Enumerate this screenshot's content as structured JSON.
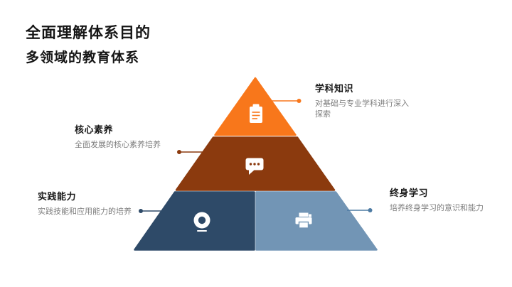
{
  "slide": {
    "title": "全面理解体系目的",
    "subtitle": "多领域的教育体系"
  },
  "colors": {
    "background": "#FFFFFF",
    "level1_orange": "#F8771B",
    "level2_brown": "#8B3A0E",
    "level3_navy": "#2E4A68",
    "level4_steel": "#7295B5",
    "connector_bottom_right": "#4D7BA3",
    "heading_text": "#151515",
    "desc_text": "#7D7D7D",
    "icon_white": "#FFFFFF"
  },
  "pyramid": {
    "levels": [
      {
        "position": "top",
        "icon": "clipboard-icon",
        "color": "#F8771B",
        "callout": "学科知识"
      },
      {
        "position": "middle",
        "icon": "chat-bubble-icon",
        "color": "#8B3A0E",
        "callout": "核心素养"
      },
      {
        "position": "bottom-left",
        "icon": "webcam-icon",
        "color": "#2E4A68",
        "callout": "实践能力"
      },
      {
        "position": "bottom-right",
        "icon": "printer-icon",
        "color": "#7295B5",
        "callout": "终身学习"
      }
    ]
  },
  "callouts": [
    {
      "title": "学科知识",
      "desc": "对基础与专业学科进行深入探索"
    },
    {
      "title": "核心素养",
      "desc": "全面发展的核心素养培养"
    },
    {
      "title": "实践能力",
      "desc": "实践技能和应用能力的培养"
    },
    {
      "title": "终身学习",
      "desc": "培养终身学习的意识和能力"
    }
  ]
}
